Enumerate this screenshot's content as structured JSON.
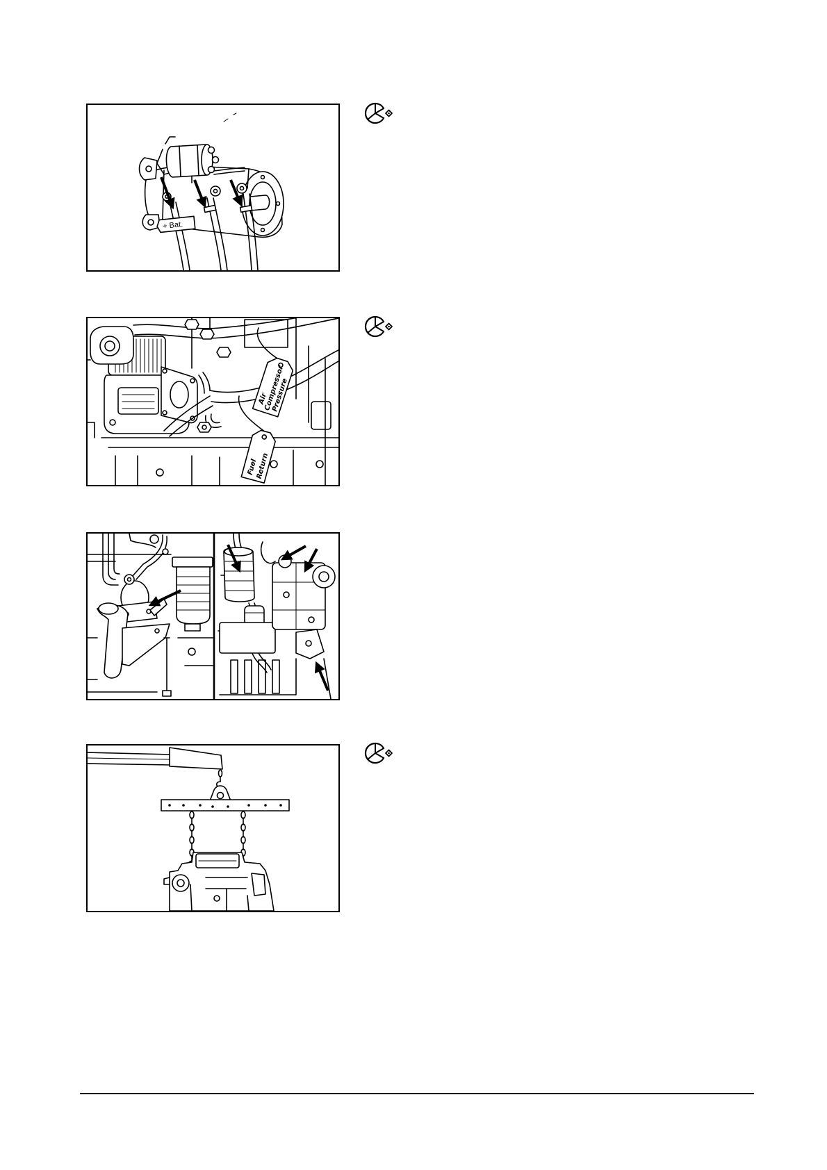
{
  "document": {
    "paper_color": "#ffffff",
    "ink_color": "#000000"
  },
  "icons": {
    "procedure_symbol": "wheel-symbol-icon"
  },
  "figures": [
    {
      "has_symbol": true,
      "labels": {
        "battery_tag": "+ Bat."
      }
    },
    {
      "has_symbol": true,
      "labels": {
        "air_tag": [
          "Air",
          "Compressor",
          "Pressure"
        ],
        "fuel_tag": [
          "Fuel",
          "Return"
        ]
      }
    },
    {
      "has_symbol": false
    },
    {
      "has_symbol": true
    }
  ]
}
